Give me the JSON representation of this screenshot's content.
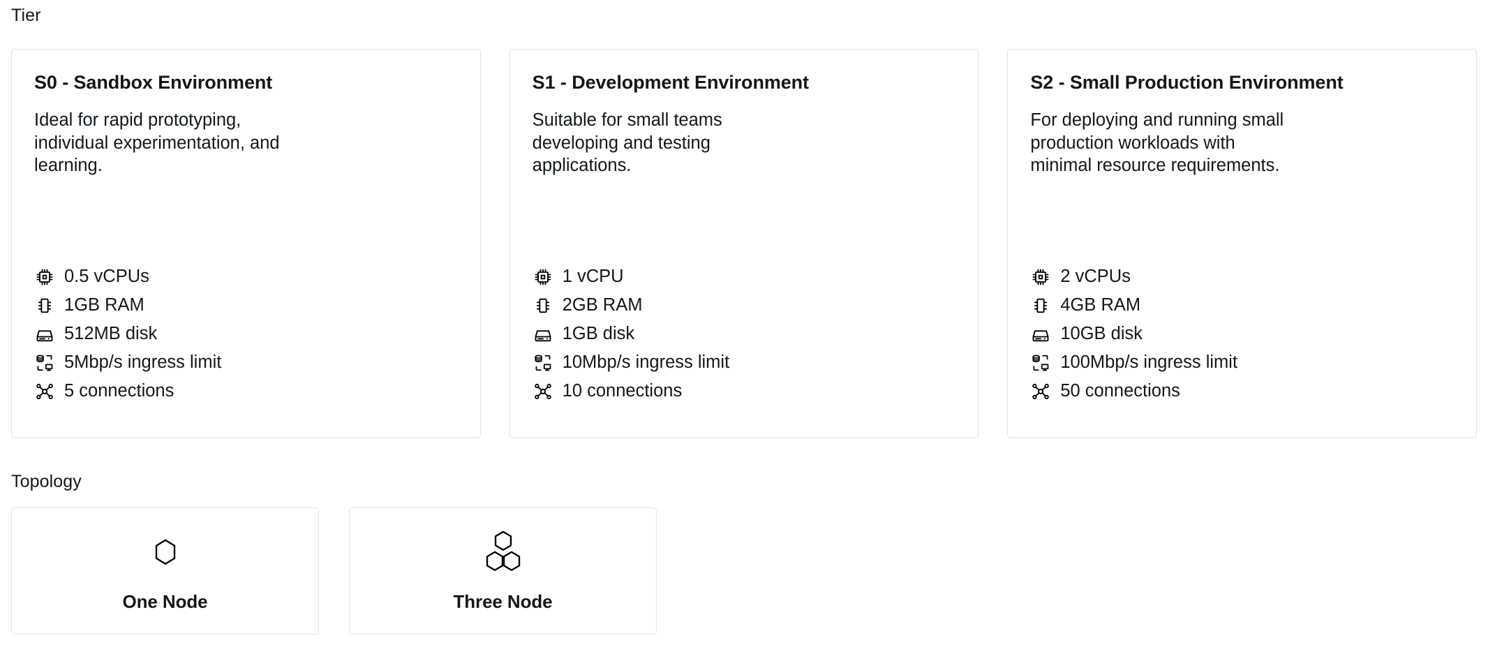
{
  "sections": {
    "tier": {
      "label": "Tier"
    },
    "topology": {
      "label": "Topology"
    }
  },
  "colors": {
    "card_border": "#dde4e9",
    "text": "#11181c",
    "icon": "#000000",
    "background": "#ffffff"
  },
  "tiers": [
    {
      "title": "S0 - Sandbox Environment",
      "description": "Ideal for rapid prototyping, individual experimentation, and learning.",
      "specs": [
        {
          "icon": "cpu-icon",
          "text": "0.5 vCPUs"
        },
        {
          "icon": "memory-icon",
          "text": "1GB RAM"
        },
        {
          "icon": "disk-icon",
          "text": "512MB disk"
        },
        {
          "icon": "network-icon",
          "text": "5Mbp/s ingress limit"
        },
        {
          "icon": "connections-icon",
          "text": "5 connections"
        }
      ]
    },
    {
      "title": "S1 - Development Environment",
      "description": "Suitable for small teams developing and testing applications.",
      "specs": [
        {
          "icon": "cpu-icon",
          "text": "1 vCPU"
        },
        {
          "icon": "memory-icon",
          "text": "2GB RAM"
        },
        {
          "icon": "disk-icon",
          "text": "1GB disk"
        },
        {
          "icon": "network-icon",
          "text": "10Mbp/s ingress limit"
        },
        {
          "icon": "connections-icon",
          "text": "10 connections"
        }
      ]
    },
    {
      "title": "S2 - Small Production Environment",
      "description": "For deploying and running small production workloads with minimal resource requirements.",
      "specs": [
        {
          "icon": "cpu-icon",
          "text": "2 vCPUs"
        },
        {
          "icon": "memory-icon",
          "text": "4GB RAM"
        },
        {
          "icon": "disk-icon",
          "text": "10GB disk"
        },
        {
          "icon": "network-icon",
          "text": "100Mbp/s ingress limit"
        },
        {
          "icon": "connections-icon",
          "text": "50 connections"
        }
      ]
    }
  ],
  "topologies": [
    {
      "label": "One Node",
      "icon": "single-hexagon-icon"
    },
    {
      "label": "Three Node",
      "icon": "triple-hexagon-icon"
    }
  ]
}
